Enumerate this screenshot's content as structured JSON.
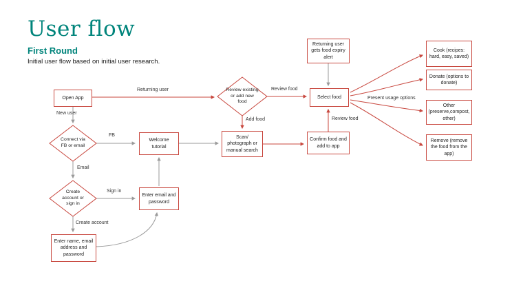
{
  "header": {
    "title": "User flow",
    "subtitle": "First Round",
    "description": "Initial user flow based on initial user research."
  },
  "colors": {
    "teal": "#00847b",
    "red": "#c8473e",
    "gray": "#9a9a9a"
  },
  "nodes": {
    "open_app": "Open App",
    "connect": "Connect via FB or email",
    "welcome": "Welcome tutorial",
    "create": "Create account or sign in",
    "enter_email": "Enter email and password",
    "enter_name": "Enter name, email address and password",
    "review": "Review existing or add new food",
    "scan": "Scan/ photograph or manual search",
    "select_food": "Select food",
    "confirm": "Confirm food and add to app",
    "expiry": "Returning user gets food expiry alert",
    "cook": "Cook (recipes: hard, easy, saved)",
    "donate": "Donate (options to donate)",
    "other": "Other (preserve,compost, other)",
    "remove": "Remove (remove the food from the app)"
  },
  "edge_labels": {
    "new_user": "New user",
    "returning_user": "Returning user",
    "fb": "FB",
    "email": "Email",
    "sign_in": "Sign in",
    "create_account": "Create account",
    "review_food_top": "Review food",
    "add_food": "Add food",
    "review_food_right": "Review food",
    "present_usage": "Present usage options"
  }
}
